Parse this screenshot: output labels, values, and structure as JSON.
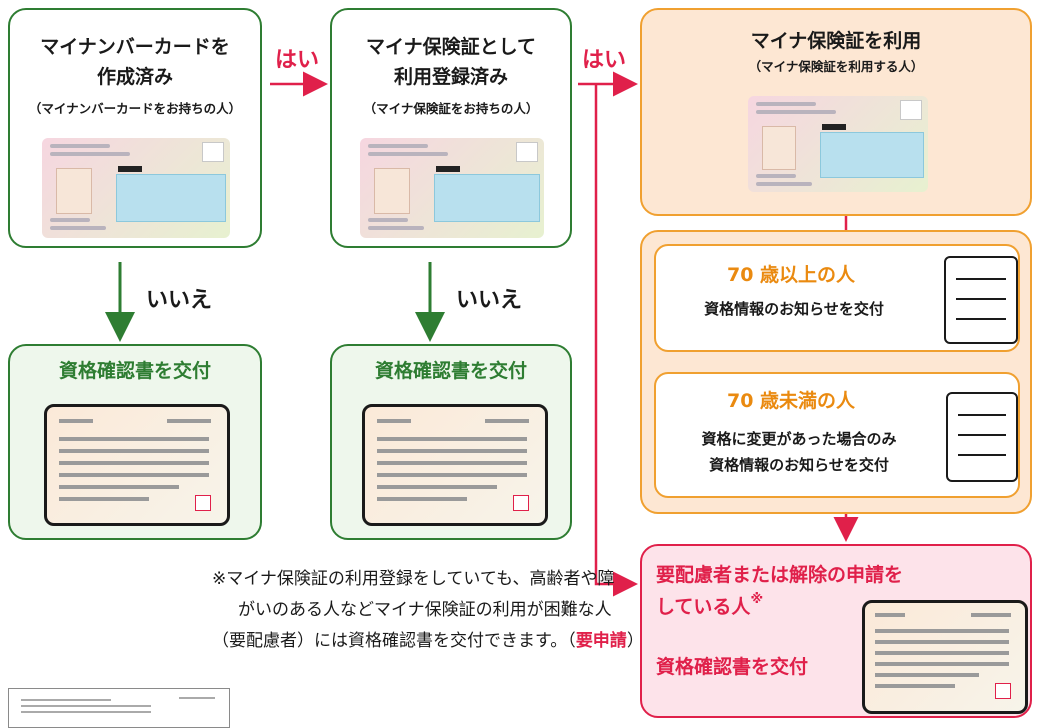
{
  "boxes": {
    "mynumber": {
      "title1": "マイナンバーカードを",
      "title2": "作成済み",
      "sub": "（マイナンバーカードをお持ちの人）"
    },
    "hoken_reg": {
      "title1": "マイナ保険証として",
      "title2": "利用登録済み",
      "sub": "（マイナ保険証をお持ちの人）"
    },
    "use": {
      "title": "マイナ保険証を利用",
      "sub": "（マイナ保険証を利用する人）"
    },
    "cert1": {
      "title": "資格確認書を交付"
    },
    "cert2": {
      "title": "資格確認書を交付"
    },
    "age70plus": {
      "title": "70 歳以上の人",
      "line1": "資格情報のお知らせを交付"
    },
    "age70minus": {
      "title": "70 歳未満の人",
      "line1": "資格に変更があった場合のみ",
      "line2": "資格情報のお知らせを交付"
    },
    "special": {
      "title1": "要配慮者または解除の申請を",
      "title2": "している人",
      "mark": "※",
      "cert": "資格確認書を交付"
    }
  },
  "labels": {
    "yes1": "はい",
    "yes2": "はい",
    "no1": "いいえ",
    "no2": "いいえ"
  },
  "note": {
    "line1": "※マイナ保険証の利用登録をしていても、高齢者や障",
    "line2": "がいのある人などマイナ保険証の利用が困難な人",
    "line3a": "（要配慮者）には資格確認書を交付できます。（",
    "line3b": "要申請",
    "line3c": "）"
  },
  "colors": {
    "green": "#2e7d32",
    "orange": "#f0a030",
    "red": "#e0204a"
  }
}
